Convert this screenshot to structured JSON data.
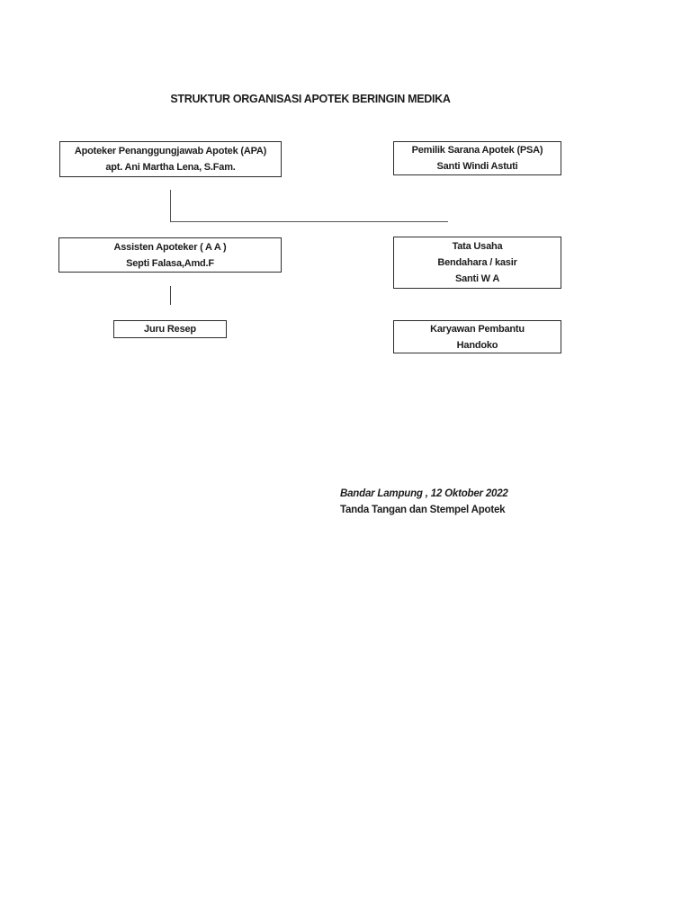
{
  "document": {
    "title": "STRUKTUR ORGANISASI APOTEK BERINGIN MEDIKA"
  },
  "org_chart": {
    "boxes": [
      {
        "lines": [
          "Apoteker Penanggungjawab Apotek (APA)",
          "apt. Ani Martha Lena, S.Fam."
        ]
      },
      {
        "lines": [
          "Pemilik Sarana Apotek (PSA)",
          "Santi Windi Astuti"
        ]
      },
      {
        "lines": [
          "Assisten Apoteker ( A A )",
          "Septi Falasa,Amd.F"
        ]
      },
      {
        "lines": [
          "Tata Usaha",
          "Bendahara / kasir",
          "Santi W A"
        ]
      },
      {
        "lines": [
          "Juru Resep"
        ]
      },
      {
        "lines": [
          "Karyawan Pembantu",
          "Handoko"
        ]
      }
    ]
  },
  "signature": {
    "place_date": "Bandar Lampung , 12 Oktober 2022",
    "caption": "Tanda Tangan dan Stempel Apotek"
  },
  "colors": {
    "page_background": "#ffffff",
    "text": "#1c1c1c",
    "box_border": "#2b2b2b",
    "connector": "#555555"
  }
}
